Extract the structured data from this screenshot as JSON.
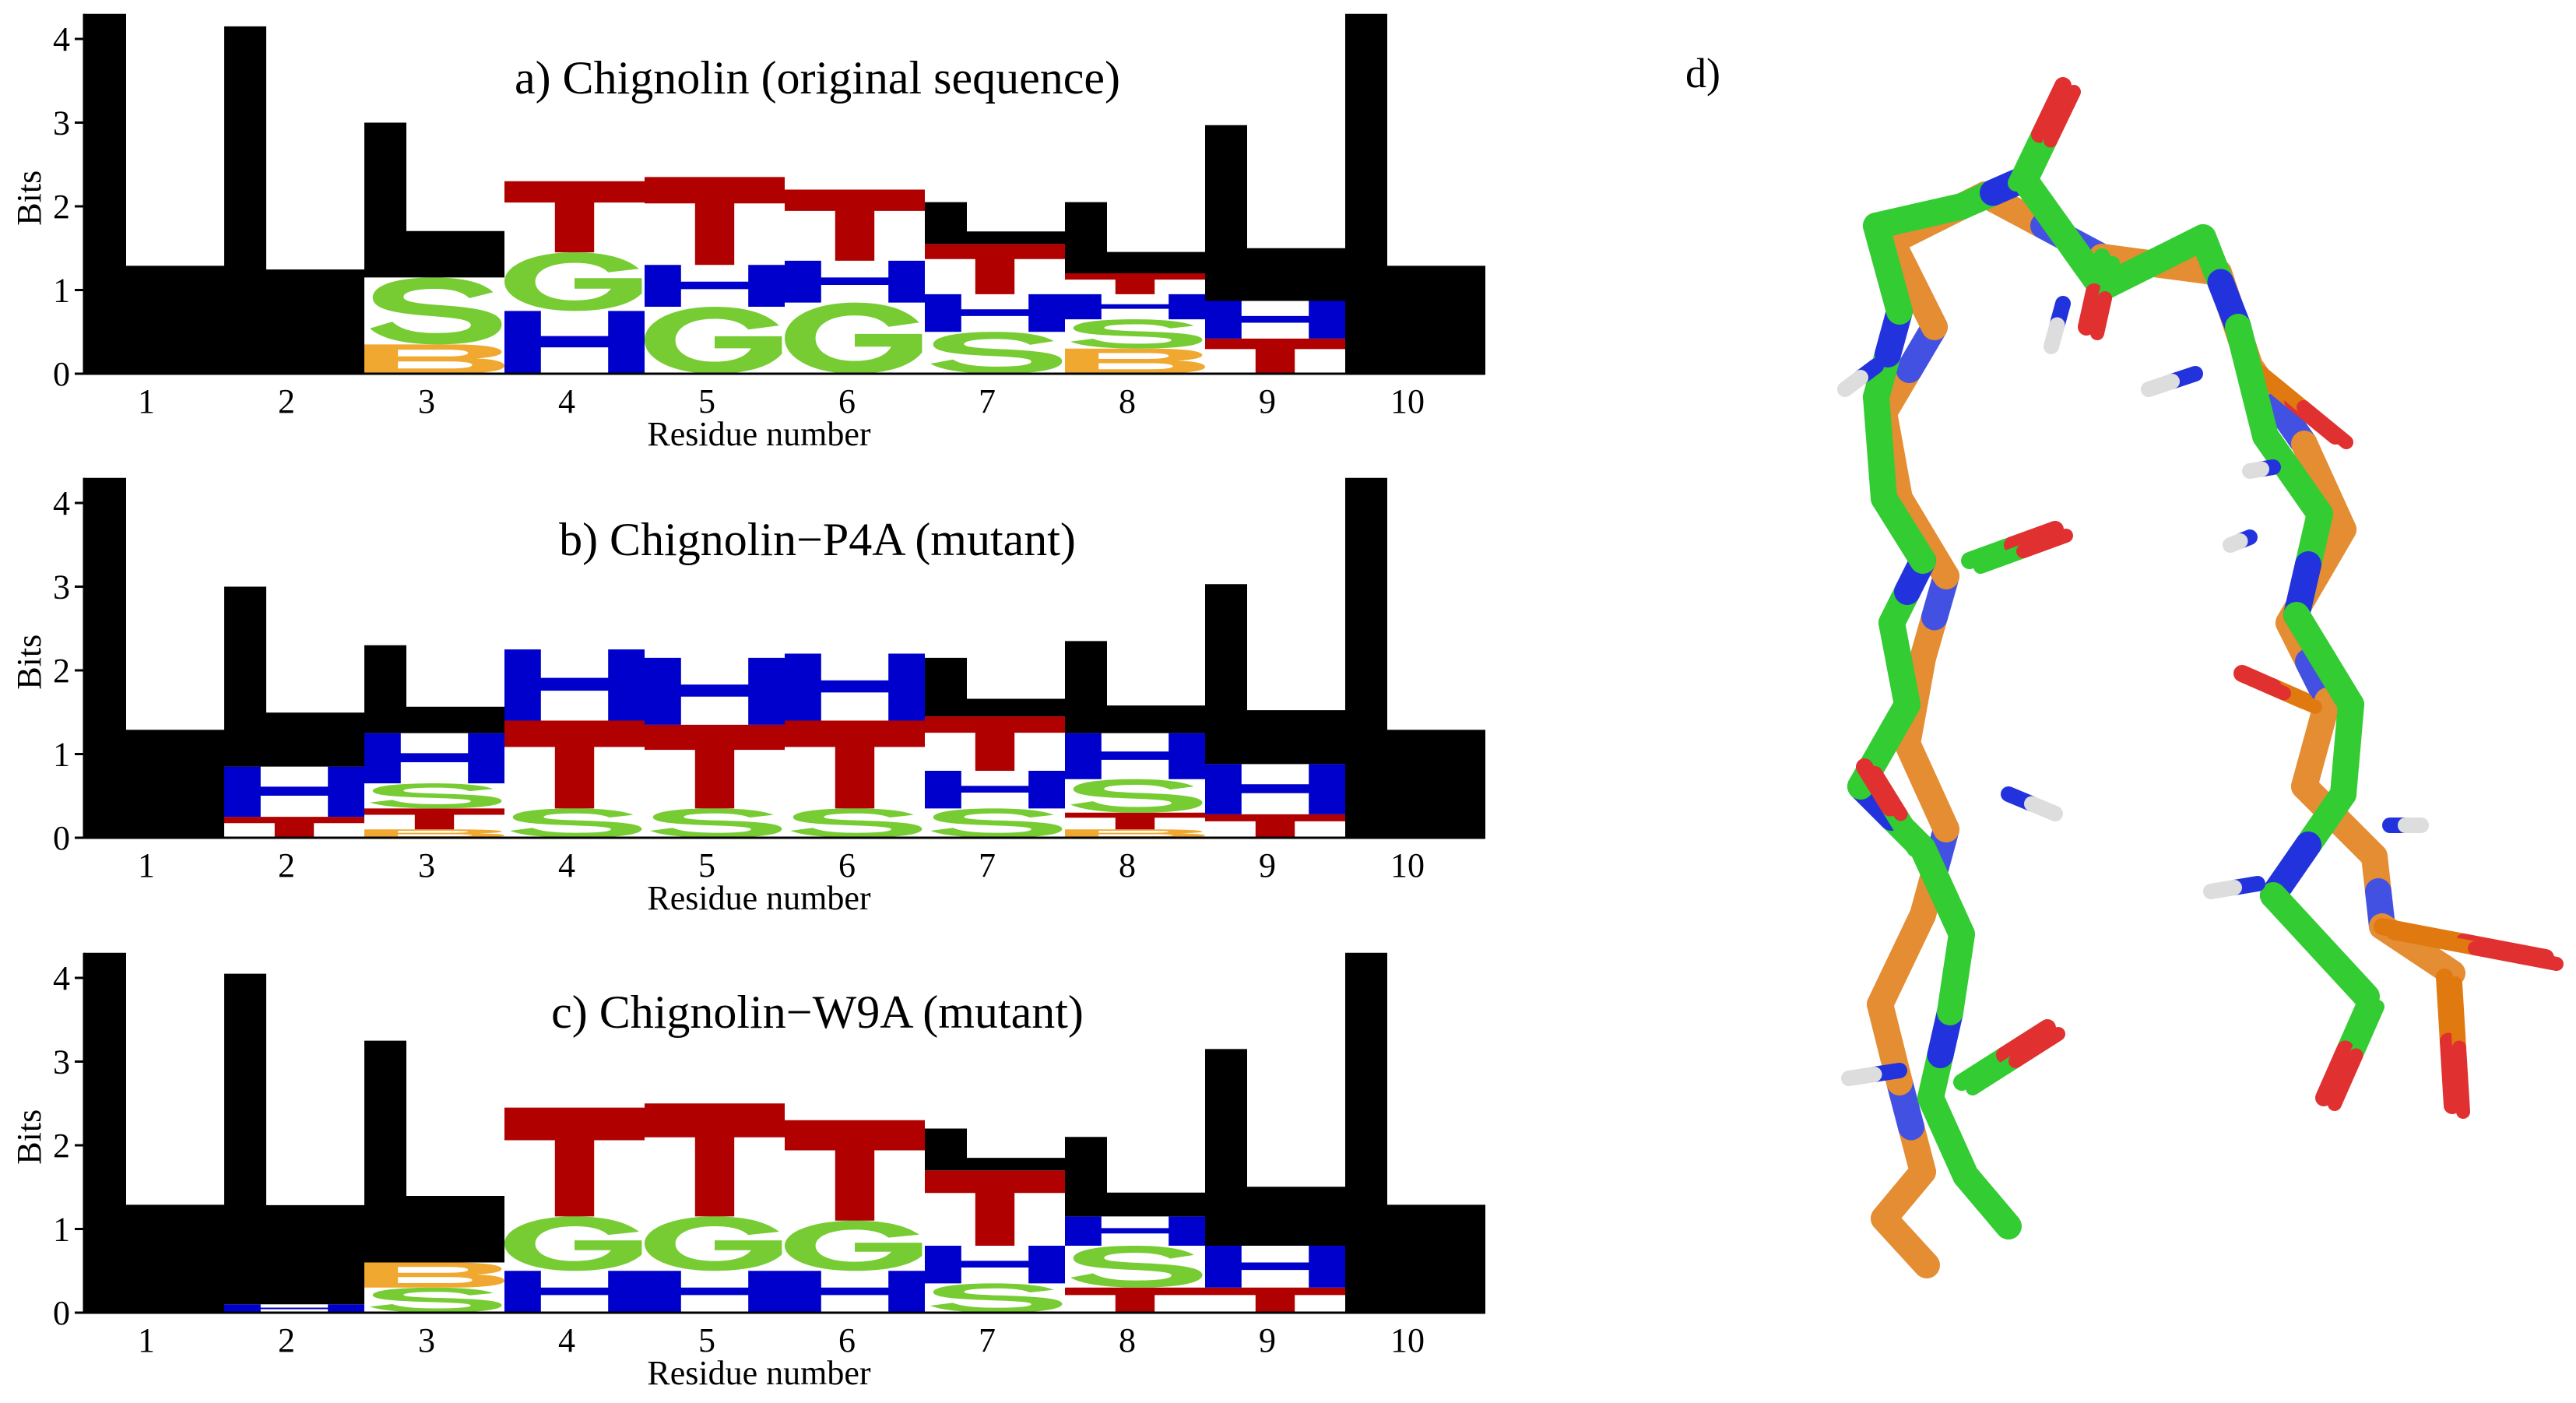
{
  "colors": {
    "letter_L": "#000000",
    "letter_H": "#0000cc",
    "letter_T": "#b00000",
    "letter_G": "#77cc33",
    "letter_S": "#77cc33",
    "letter_B": "#f0a830",
    "atom_C_structure_a": "#33cc33",
    "atom_C_structure_b": "#e07a10",
    "atom_N": "#2233dd",
    "atom_O": "#e03030",
    "atom_H": "#dddddd"
  },
  "panel_d": {
    "label": "d)"
  },
  "chart_data": [
    {
      "type": "sequence-logo",
      "title": "a) Chignolin (original sequence)",
      "xlabel": "Residue number",
      "ylabel": "Bits",
      "ylim": [
        0,
        4.3
      ],
      "yticks": [
        "0",
        "1",
        "2",
        "3",
        "4"
      ],
      "categories": [
        "1",
        "2",
        "3",
        "4",
        "5",
        "6",
        "7",
        "8",
        "9",
        "10"
      ],
      "positions": [
        [
          [
            "L",
            4.3
          ]
        ],
        [
          [
            "L",
            4.15
          ]
        ],
        [
          [
            "B",
            0.35
          ],
          [
            "S",
            0.8
          ],
          [
            "L",
            1.85
          ]
        ],
        [
          [
            "H",
            0.75
          ],
          [
            "G",
            0.7
          ],
          [
            "T",
            0.85
          ]
        ],
        [
          [
            "G",
            0.8
          ],
          [
            "H",
            0.5
          ],
          [
            "T",
            1.05
          ]
        ],
        [
          [
            "G",
            0.85
          ],
          [
            "H",
            0.5
          ],
          [
            "T",
            0.85
          ]
        ],
        [
          [
            "S",
            0.5
          ],
          [
            "H",
            0.45
          ],
          [
            "T",
            0.6
          ],
          [
            "L",
            0.5
          ]
        ],
        [
          [
            "B",
            0.3
          ],
          [
            "S",
            0.35
          ],
          [
            "H",
            0.3
          ],
          [
            "T",
            0.25
          ],
          [
            "L",
            0.85
          ]
        ],
        [
          [
            "T",
            0.42
          ],
          [
            "H",
            0.45
          ],
          [
            "L",
            2.1
          ]
        ],
        [
          [
            "L",
            4.3
          ]
        ]
      ]
    },
    {
      "type": "sequence-logo",
      "title": "b) Chignolin−P4A (mutant)",
      "xlabel": "Residue number",
      "ylabel": "Bits",
      "ylim": [
        0,
        4.3
      ],
      "yticks": [
        "0",
        "1",
        "2",
        "3",
        "4"
      ],
      "categories": [
        "1",
        "2",
        "3",
        "4",
        "5",
        "6",
        "7",
        "8",
        "9",
        "10"
      ],
      "positions": [
        [
          [
            "L",
            4.3
          ]
        ],
        [
          [
            "T",
            0.25
          ],
          [
            "H",
            0.6
          ],
          [
            "L",
            2.15
          ]
        ],
        [
          [
            "B",
            0.1
          ],
          [
            "T",
            0.25
          ],
          [
            "S",
            0.3
          ],
          [
            "H",
            0.6
          ],
          [
            "L",
            1.05
          ]
        ],
        [
          [
            "S",
            0.35
          ],
          [
            "T",
            1.05
          ],
          [
            "H",
            0.85
          ]
        ],
        [
          [
            "S",
            0.35
          ],
          [
            "T",
            1.0
          ],
          [
            "H",
            0.8
          ]
        ],
        [
          [
            "S",
            0.35
          ],
          [
            "T",
            1.05
          ],
          [
            "H",
            0.8
          ]
        ],
        [
          [
            "S",
            0.35
          ],
          [
            "H",
            0.45
          ],
          [
            "T",
            0.65
          ],
          [
            "L",
            0.7
          ]
        ],
        [
          [
            "B",
            0.1
          ],
          [
            "T",
            0.2
          ],
          [
            "S",
            0.4
          ],
          [
            "H",
            0.55
          ],
          [
            "L",
            1.1
          ]
        ],
        [
          [
            "T",
            0.28
          ],
          [
            "H",
            0.6
          ],
          [
            "L",
            2.15
          ]
        ],
        [
          [
            "L",
            4.3
          ]
        ]
      ]
    },
    {
      "type": "sequence-logo",
      "title": "c) Chignolin−W9A (mutant)",
      "xlabel": "Residue number",
      "ylabel": "Bits",
      "ylim": [
        0,
        4.3
      ],
      "yticks": [
        "0",
        "1",
        "2",
        "3",
        "4"
      ],
      "categories": [
        "1",
        "2",
        "3",
        "4",
        "5",
        "6",
        "7",
        "8",
        "9",
        "10"
      ],
      "positions": [
        [
          [
            "L",
            4.3
          ]
        ],
        [
          [
            "H",
            0.1
          ],
          [
            "L",
            3.95
          ]
        ],
        [
          [
            "S",
            0.3
          ],
          [
            "B",
            0.3
          ],
          [
            "L",
            2.65
          ]
        ],
        [
          [
            "H",
            0.5
          ],
          [
            "G",
            0.65
          ],
          [
            "T",
            1.3
          ]
        ],
        [
          [
            "H",
            0.5
          ],
          [
            "G",
            0.65
          ],
          [
            "T",
            1.35
          ]
        ],
        [
          [
            "H",
            0.5
          ],
          [
            "G",
            0.6
          ],
          [
            "T",
            1.2
          ]
        ],
        [
          [
            "S",
            0.35
          ],
          [
            "H",
            0.45
          ],
          [
            "T",
            0.9
          ],
          [
            "L",
            0.5
          ]
        ],
        [
          [
            "T",
            0.3
          ],
          [
            "S",
            0.5
          ],
          [
            "H",
            0.35
          ],
          [
            "L",
            0.95
          ]
        ],
        [
          [
            "T",
            0.3
          ],
          [
            "H",
            0.5
          ],
          [
            "L",
            2.35
          ]
        ],
        [
          [
            "L",
            4.3
          ]
        ]
      ]
    }
  ]
}
